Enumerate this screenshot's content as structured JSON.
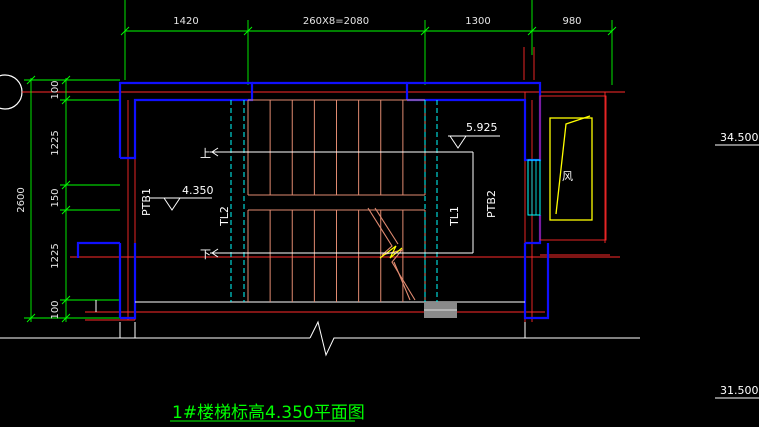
{
  "dimensions": {
    "top": [
      "1420",
      "260X8=2080",
      "1300",
      "980"
    ],
    "left_segments": [
      "100",
      "1225",
      "150",
      "1225",
      "100"
    ],
    "left_total": "2600"
  },
  "labels": {
    "up": "上",
    "down": "下",
    "beam_left": "TL2",
    "beam_right": "TL1",
    "slab_left": "PTB1",
    "slab_right": "PTB2",
    "fan": "风"
  },
  "elevations": {
    "left": "4.350",
    "right": "5.925",
    "side_top": "34.500",
    "side_bottom": "31.500"
  },
  "title": "1#楼梯标高4.350平面图",
  "colors": {
    "background": "#000000",
    "wall": "#1010ff",
    "dimension": "#00ff00",
    "beam": "#00ffff",
    "stairs": "#e08a70",
    "axis": "#ff2a2a",
    "fan_frame": "#ffff00",
    "title": "#00ff00"
  }
}
